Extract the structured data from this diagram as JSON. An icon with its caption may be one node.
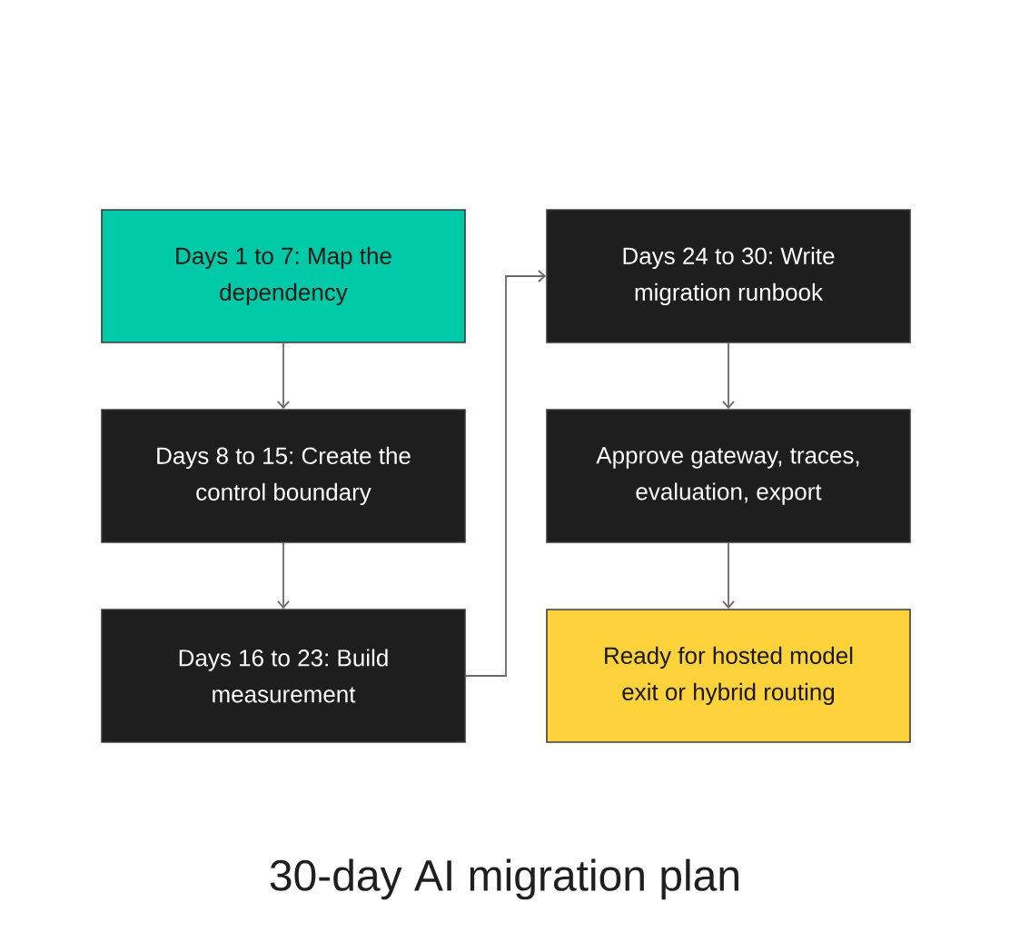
{
  "diagram": {
    "caption": "30-day AI migration plan",
    "nodes": [
      {
        "text": [
          "Days 1 to 7: Map the dependency"
        ]
      },
      {
        "text": [
          "Days 8 to 15: Create the control boundary"
        ]
      },
      {
        "text": [
          "Days 16 to 23: Build measurement"
        ]
      },
      {
        "text": [
          "Days 24 to 30: Write migration runbook"
        ]
      },
      {
        "text": [
          "Approve gateway, traces, evaluation, export"
        ]
      },
      {
        "text": [
          "Ready for hosted model exit or hybrid routing"
        ]
      }
    ],
    "edges": [
      {
        "from": 0,
        "to": 1,
        "arrow": "to"
      },
      {
        "from": 1,
        "to": 2,
        "arrow": "to"
      },
      {
        "from": 2,
        "to": 3,
        "arrow": "to"
      },
      {
        "from": 3,
        "to": 4,
        "arrow": "to"
      },
      {
        "from": 4,
        "to": 5,
        "arrow": "to"
      }
    ]
  }
}
